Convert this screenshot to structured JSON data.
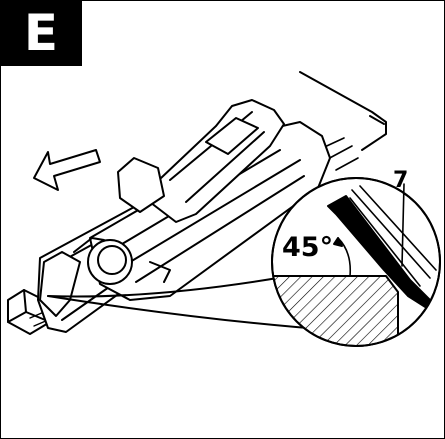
{
  "figure": {
    "letter": "E"
  },
  "callouts": {
    "angle": "45°",
    "part_number": "7"
  },
  "colors": {
    "ink": "#000000",
    "paper": "#ffffff"
  },
  "icons": {
    "direction": "arrow-left-icon"
  }
}
